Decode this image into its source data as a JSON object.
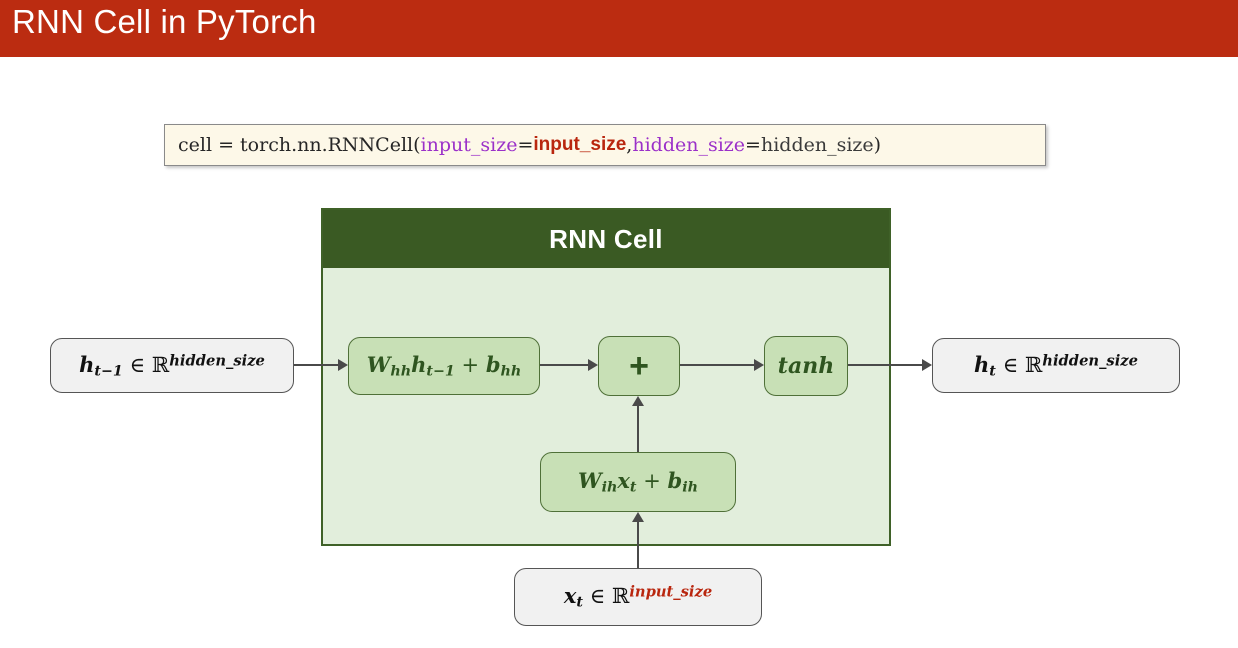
{
  "slide": {
    "title": "RNN Cell in PyTorch",
    "title_bar_color": "#bb2c11"
  },
  "code_callout": {
    "name": "rnncell-constructor-code",
    "full_text": "cell = torch.nn.RNNCell(input_size=input_size, hidden_size=hidden_size)",
    "segments": {
      "prefix": "cell = torch.nn.RNNCell(",
      "kw_input": "input_size",
      "eq1": "=",
      "val_input": "input_size",
      "comma": ", ",
      "kw_hidden": "hidden_size",
      "eq2": "=",
      "val_hidden": "hidden_size",
      "suffix": ")"
    },
    "background_color": "#fdf8e8",
    "keyword_color": "#9b30c9",
    "highlight_color": "#b9260e"
  },
  "diagram": {
    "container": {
      "header_label": "RNN Cell",
      "header_color": "#3a5a23",
      "body_color": "#e2eedc",
      "border_color": "#3f6128"
    },
    "nodes": {
      "h_prev": {
        "label": "h_{t-1} ∈ ℝ^{hidden_size}",
        "var": "h",
        "sub": "t−1",
        "in": "∈",
        "set": "ℝ",
        "sup": "hidden_size"
      },
      "w_hh": {
        "label": "W_{hh} h_{t-1} + b_{hh}",
        "w": "W",
        "w_sub": "hh",
        "h": "h",
        "h_sub": "t−1",
        "plus": "+",
        "b": "b",
        "b_sub": "hh"
      },
      "sum": {
        "label": "+"
      },
      "tanh": {
        "label": "tanh"
      },
      "h_out": {
        "label": "h_t ∈ ℝ^{hidden_size}",
        "var": "h",
        "sub": "t",
        "in": "∈",
        "set": "ℝ",
        "sup": "hidden_size"
      },
      "w_ih": {
        "label": "W_{ih} x_t + b_{ih}",
        "w": "W",
        "w_sub": "ih",
        "x": "x",
        "x_sub": "t",
        "plus": "+",
        "b": "b",
        "b_sub": "ih"
      },
      "x_in": {
        "label": "x_t ∈ ℝ^{input_size}",
        "var": "x",
        "sub": "t",
        "in": "∈",
        "set": "ℝ",
        "sup": "input_size"
      }
    },
    "arrow_color": "#4a4a4a",
    "node_green_fill": "#c8e0b6",
    "node_io_fill": "#f1f1f1"
  }
}
